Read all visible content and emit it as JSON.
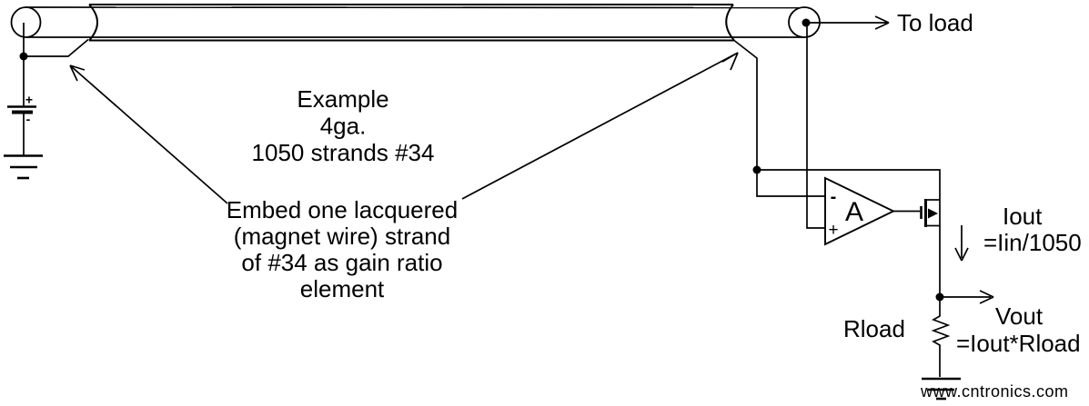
{
  "diagram": {
    "colors": {
      "line": "#000000",
      "background": "#ffffff",
      "watermark": "#a6d2a6"
    },
    "cable_label": {
      "lines": [
        "Example",
        "4ga.",
        "1050 strands #34"
      ]
    },
    "strand_note": {
      "lines": [
        "Embed one lacquered",
        "(magnet wire) strand",
        "of #34 as gain ratio",
        "element"
      ]
    },
    "load_arrow_label": "To load",
    "battery": {
      "plus": "+",
      "minus": "-"
    },
    "opamp": {
      "label": "A",
      "inverting_input": "-",
      "noninverting_input": "+"
    },
    "output_current": {
      "name": "Iout",
      "formula": "=Iin/1050"
    },
    "output_voltage": {
      "name": "Vout",
      "formula": "=Iout*Rload"
    },
    "load_resistor_label": "Rload",
    "watermark": "www.cntronics.com"
  }
}
